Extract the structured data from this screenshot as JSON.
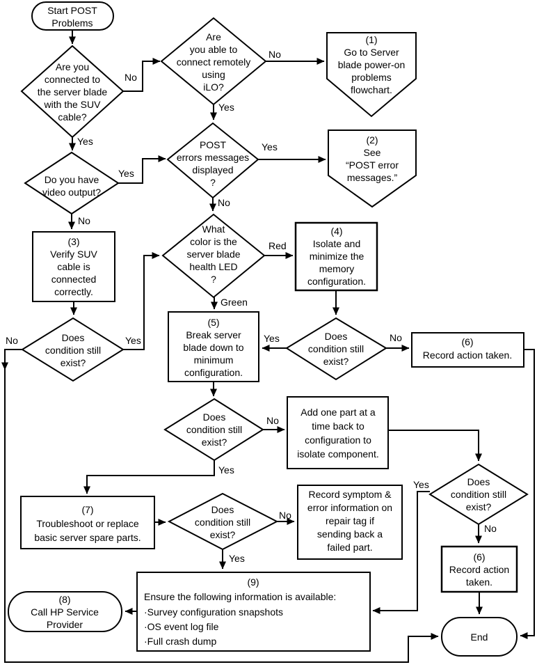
{
  "diagram": {
    "title": "Start POST Problems troubleshooting flowchart",
    "colors": {
      "line": "#000000",
      "background": "#ffffff",
      "text": "#000000"
    }
  },
  "nodes": {
    "start": {
      "type": "terminator",
      "lines": [
        "Start POST",
        "Problems"
      ]
    },
    "suv_cable": {
      "type": "decision",
      "lines": [
        "Are you",
        "connected to",
        "the server blade",
        "with the SUV",
        "cable?"
      ]
    },
    "ilo": {
      "type": "decision",
      "lines": [
        "Are",
        "you able to",
        "connect remotely",
        "using",
        "iLO?"
      ]
    },
    "goto_power_on": {
      "type": "offpage",
      "lines": [
        "(1)",
        "Go to Server",
        "blade power-on",
        "problems",
        "flowchart."
      ]
    },
    "post_errors": {
      "type": "decision",
      "lines": [
        "POST",
        "errors messages",
        "displayed",
        "?"
      ]
    },
    "see_post_errors": {
      "type": "offpage",
      "lines": [
        "(2)",
        "See",
        "“POST error",
        "messages.”"
      ]
    },
    "video_output": {
      "type": "decision",
      "lines": [
        "Do you have",
        "video output?"
      ]
    },
    "verify_suv": {
      "type": "process",
      "lines": [
        "(3)",
        "Verify SUV",
        "cable is",
        "connected",
        "correctly."
      ]
    },
    "health_led": {
      "type": "decision",
      "lines": [
        "What",
        "color is the",
        "server blade",
        "health LED",
        "?"
      ]
    },
    "isolate_memory": {
      "type": "process",
      "lines": [
        "(4)",
        "Isolate and",
        "minimize the",
        "memory",
        "configuration."
      ]
    },
    "cond_after_verify": {
      "type": "decision",
      "lines": [
        "Does",
        "condition still",
        "exist?"
      ]
    },
    "break_down": {
      "type": "process",
      "lines": [
        "(5)",
        "Break server",
        "blade down to",
        "minimum",
        "configuration."
      ]
    },
    "cond_after_isolate": {
      "type": "decision",
      "lines": [
        "Does",
        "condition still",
        "exist?"
      ]
    },
    "record_action_1": {
      "type": "process",
      "lines": [
        "(6)",
        "Record action taken."
      ]
    },
    "cond_after_break": {
      "type": "decision",
      "lines": [
        "Does",
        "condition still",
        "exist?"
      ]
    },
    "add_one_part": {
      "type": "process",
      "lines": [
        "Add one part at a",
        "time back to",
        "configuration to",
        "isolate component."
      ]
    },
    "troubleshoot": {
      "type": "process",
      "lines": [
        "(7)",
        "Troubleshoot or replace",
        "basic server spare parts."
      ]
    },
    "cond_after_troubleshoot": {
      "type": "decision",
      "lines": [
        "Does",
        "condition still",
        "exist?"
      ]
    },
    "record_symptom": {
      "type": "process",
      "lines": [
        "Record symptom &",
        "error information on",
        "repair tag if",
        "sending back a",
        "failed part."
      ]
    },
    "cond_after_addpart": {
      "type": "decision",
      "lines": [
        "Does",
        "condition still",
        "exist?"
      ]
    },
    "record_action_2": {
      "type": "process",
      "lines": [
        "(6)",
        "Record action",
        "taken."
      ]
    },
    "ensure_info": {
      "type": "process",
      "lines": [
        "(9)",
        "Ensure the following information is available:",
        "·Survey configuration snapshots",
        "·OS event log file",
        "·Full crash dump"
      ]
    },
    "call_hp": {
      "type": "terminator",
      "lines": [
        "(8)",
        "Call HP Service",
        "Provider"
      ]
    },
    "end": {
      "type": "terminator",
      "lines": [
        "End"
      ]
    }
  },
  "edge_labels": {
    "suv_no": "No",
    "suv_yes": "Yes",
    "ilo_yes": "Yes",
    "ilo_no": "No",
    "post_yes": "Yes",
    "post_no": "No",
    "video_yes": "Yes",
    "video_no": "No",
    "led_red": "Red",
    "led_green": "Green",
    "cond1_yes": "Yes",
    "cond1_no": "No",
    "cond2_yes": "Yes",
    "cond2_no": "No",
    "cond3_no": "No",
    "cond3_yes": "Yes",
    "cond4_no": "No",
    "cond4_yes": "Yes",
    "cond5_yes": "Yes",
    "cond5_no": "No"
  }
}
